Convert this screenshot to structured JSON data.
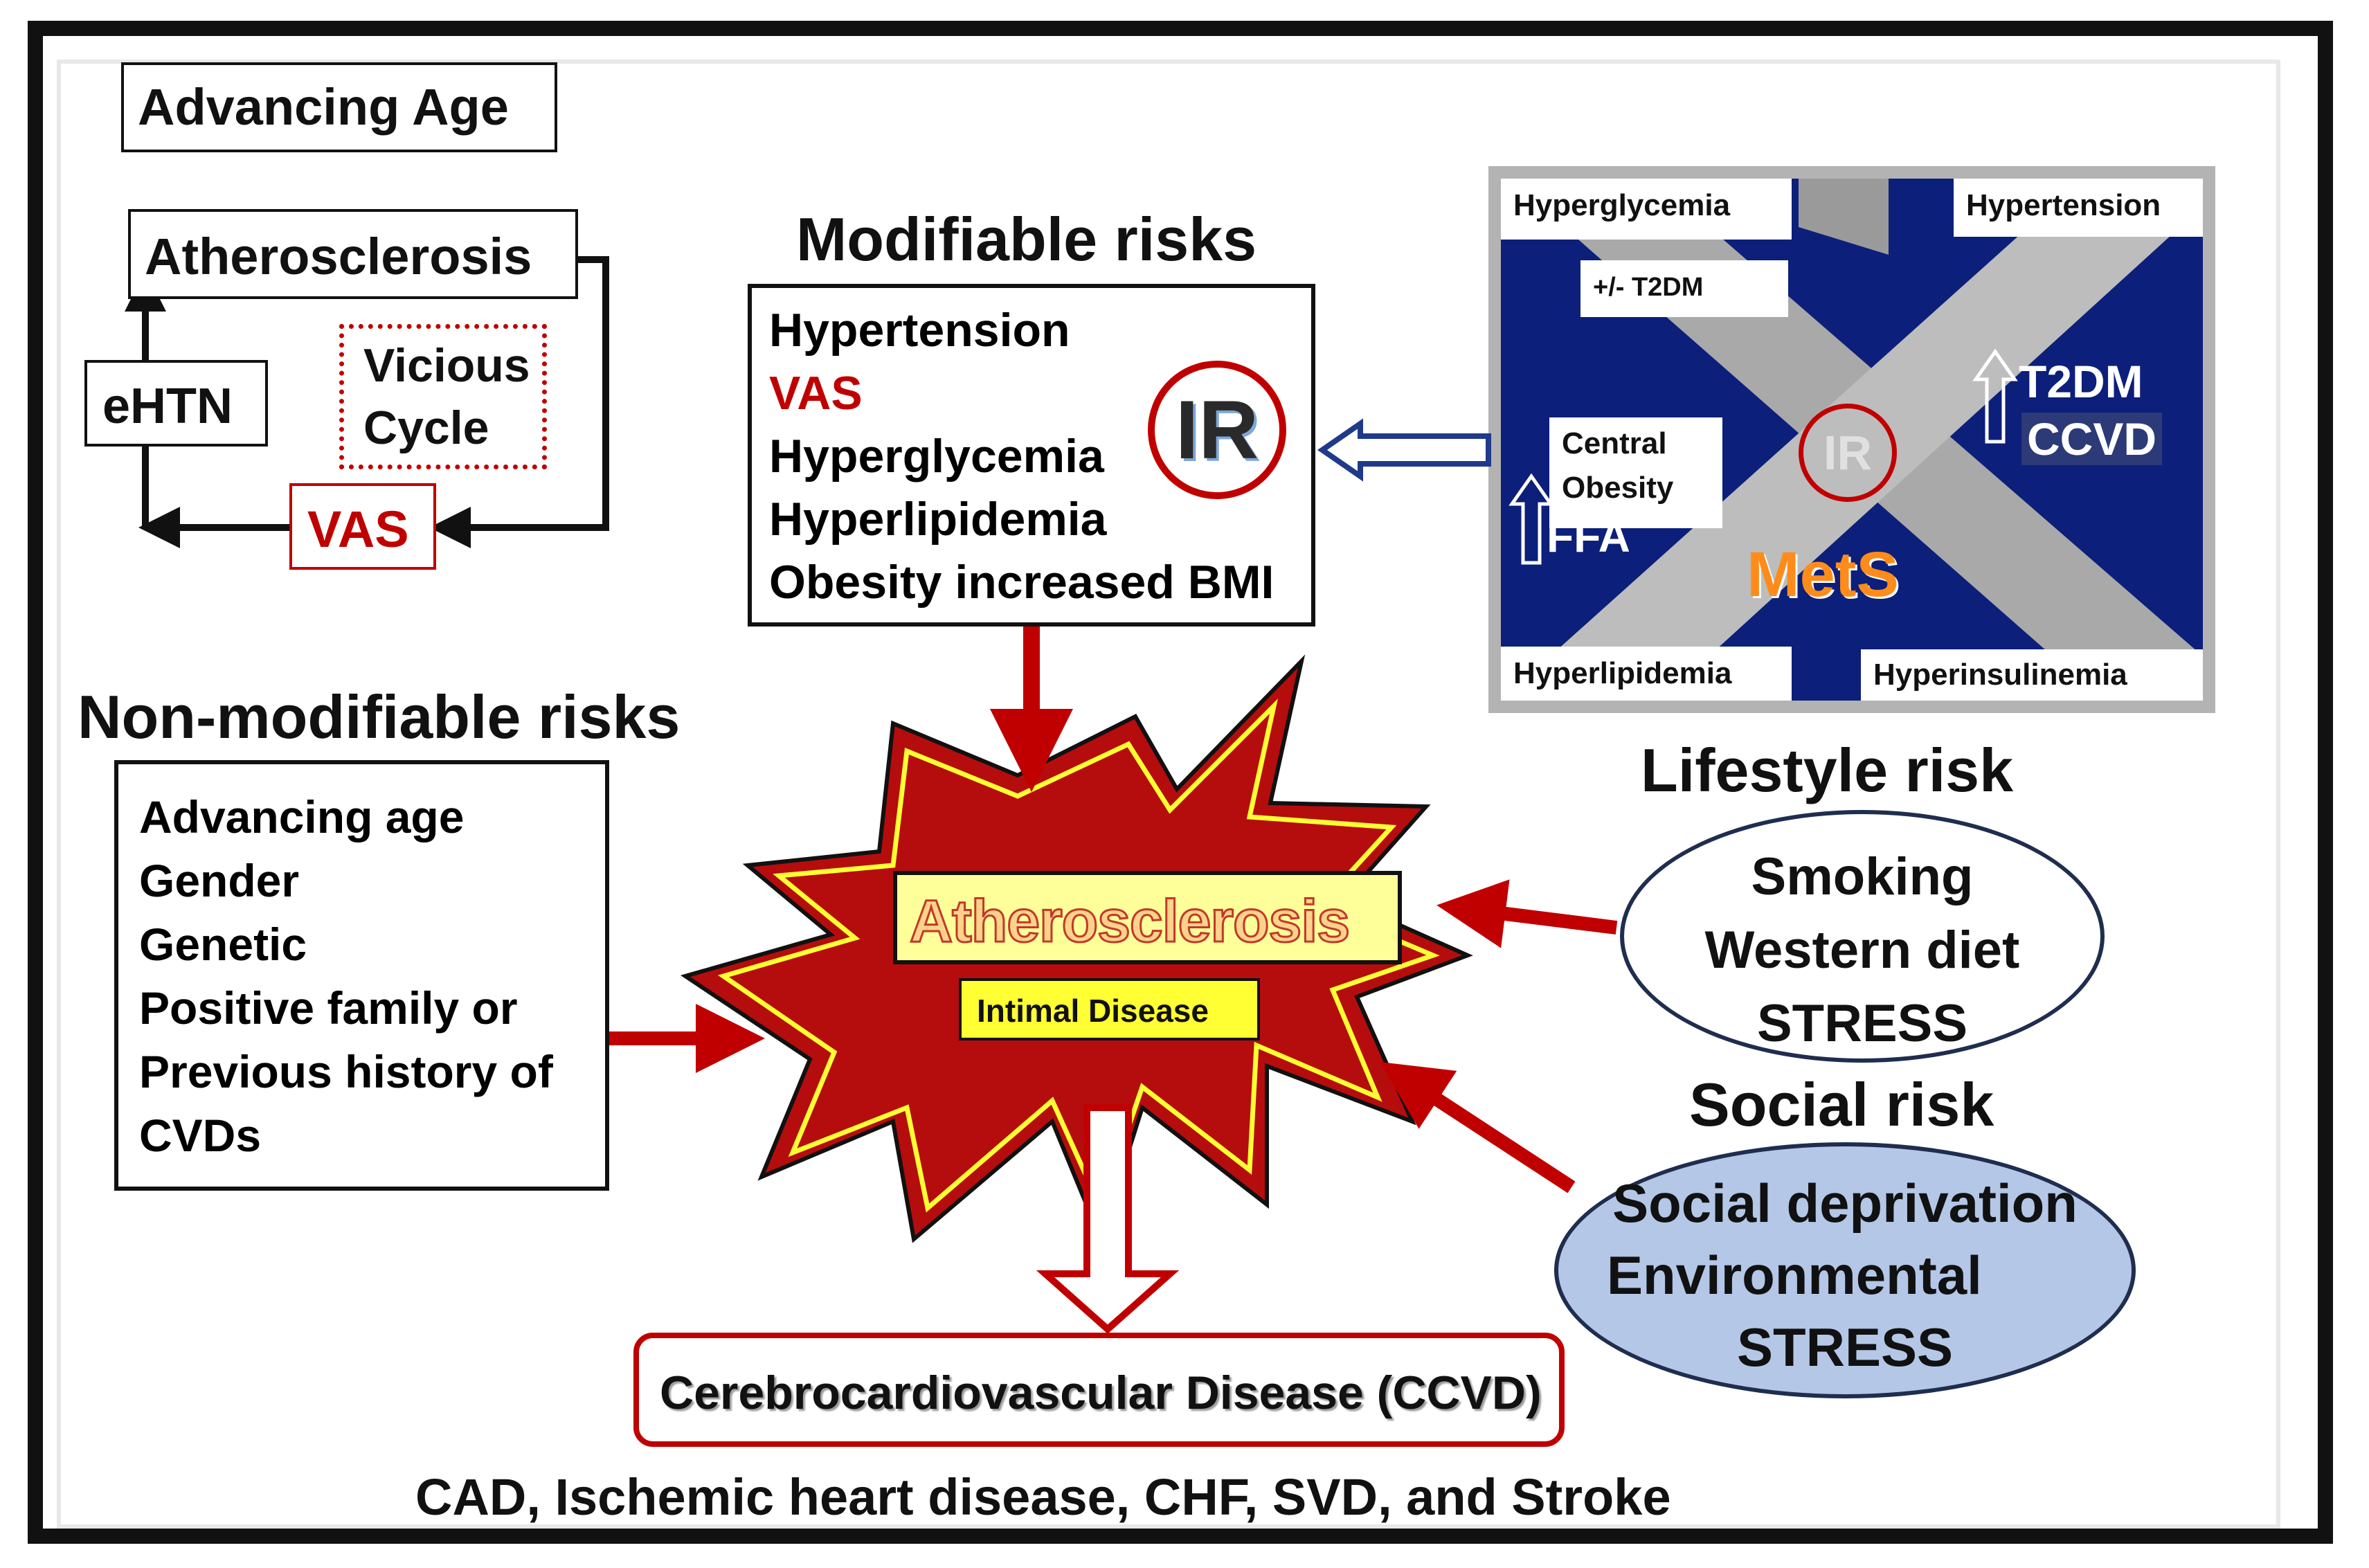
{
  "advancing_age": {
    "label": "Advancing Age"
  },
  "vicious_cycle": {
    "atherosclerosis": "Atherosclerosis",
    "vicious": "Vicious",
    "cycle": "Cycle",
    "ehtn": "eHTN",
    "vas": "VAS"
  },
  "modifiable": {
    "heading": "Modifiable risks",
    "items": [
      "Hypertension",
      "VAS",
      "Hyperglycemia",
      "Hyperlipidemia",
      "Obesity increased BMI"
    ],
    "ir_label": "IR"
  },
  "mets_panel": {
    "hyperglycemia": "Hyperglycemia",
    "hypertension": "Hypertension",
    "t2dm_tag": "+/-  T2DM",
    "central": "Central",
    "obesity": "Obesity",
    "ffa": "FFA",
    "ir": "IR",
    "t2dm": "T2DM",
    "ccvd": "CCVD",
    "mets": "MetS",
    "hyperlipidemia": "Hyperlipidemia",
    "hyperinsulinemia": "Hyperinsulinemia"
  },
  "non_modifiable": {
    "heading": "Non-modifiable risks",
    "items": [
      "Advancing age",
      "Gender",
      "Genetic",
      "Positive family or",
      "Previous history of",
      "CVDs"
    ]
  },
  "center": {
    "title": "Atherosclerosis",
    "subtitle": "Intimal Disease"
  },
  "lifestyle": {
    "heading": "Lifestyle risk",
    "items": [
      "Smoking",
      "Western diet",
      "STRESS"
    ]
  },
  "social": {
    "heading": "Social risk",
    "items": [
      "Social deprivation",
      "Environmental",
      "STRESS"
    ]
  },
  "outcome": {
    "label": "Cerebrocardiovascular Disease (CCVD)",
    "examples": "CAD, Ischemic heart disease, CHF, SVD, and Stroke"
  },
  "colors": {
    "accent_red": "#c00000",
    "dark_red": "#b01010",
    "yellow": "#ffff33",
    "mets_blue": "#0c1f7a",
    "social_fill": "#b4c7e7",
    "ellipse_border": "#1f2d4f",
    "arrow_navy": "#1f3a8a"
  }
}
